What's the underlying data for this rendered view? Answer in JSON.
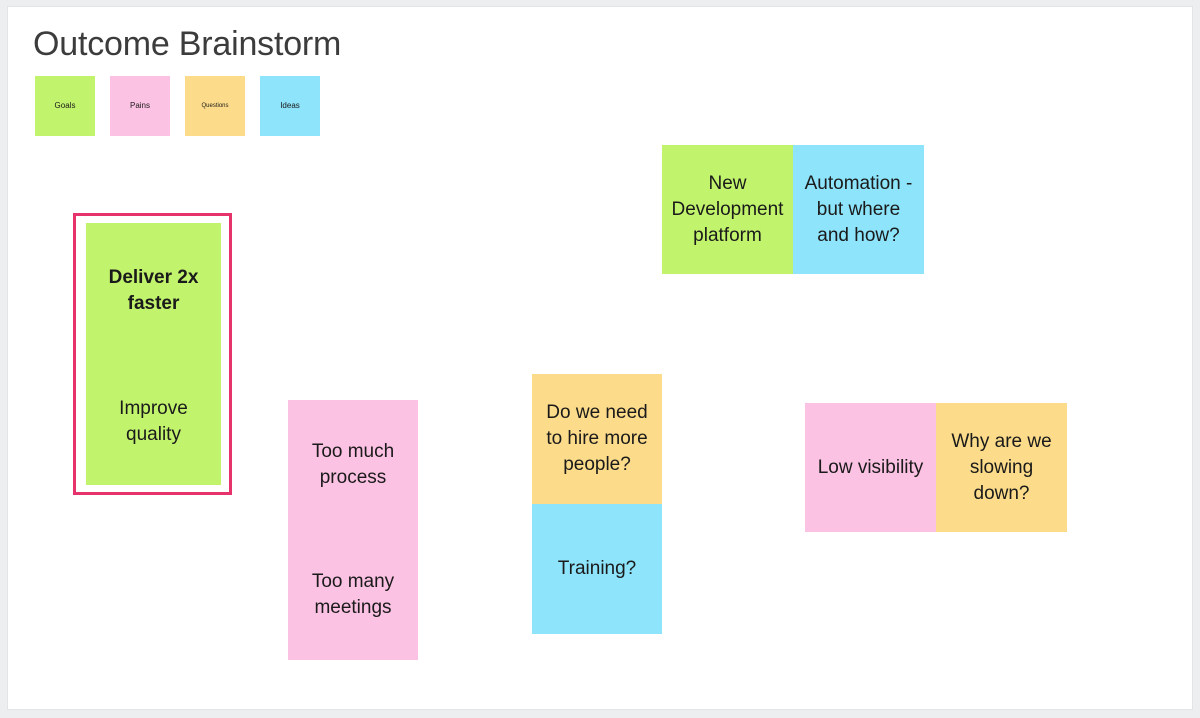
{
  "board": {
    "title": "Outcome Brainstorm",
    "background_color": "#edeef0",
    "canvas_color": "#ffffff"
  },
  "colors": {
    "goals_green": "#c2f36d",
    "pains_pink": "#fcc2e3",
    "questions_yellow": "#fcdb8a",
    "ideas_blue": "#8de4fb",
    "selection_border": "#e7336b",
    "title_text": "#3c3c3c",
    "sticky_text": "#1a1a1a"
  },
  "legend": {
    "items": [
      {
        "label": "Goals",
        "color_key": "goals_green",
        "small": false
      },
      {
        "label": "Pains",
        "color_key": "pains_pink",
        "small": false
      },
      {
        "label": "Questions",
        "color_key": "questions_yellow",
        "small": true
      },
      {
        "label": "Ideas",
        "color_key": "ideas_blue",
        "small": false
      }
    ]
  },
  "clusters": [
    {
      "name": "goals-cluster",
      "selected": true,
      "orientation": "vertical",
      "notes": [
        {
          "text": "Deliver 2x faster",
          "color_key": "goals_green",
          "bold": true,
          "width": 135,
          "height": 135
        },
        {
          "text": "Improve quality",
          "color_key": "goals_green",
          "bold": false,
          "width": 135,
          "height": 127
        }
      ]
    },
    {
      "name": "platform-cluster",
      "selected": false,
      "orientation": "horizontal",
      "notes": [
        {
          "text": "New Development platform",
          "color_key": "goals_green",
          "bold": false,
          "width": 131,
          "height": 129
        },
        {
          "text": "Automation - but where and how?",
          "color_key": "ideas_blue",
          "bold": false,
          "width": 131,
          "height": 129
        }
      ]
    },
    {
      "name": "process-cluster",
      "selected": false,
      "orientation": "vertical",
      "notes": [
        {
          "text": "Too much process",
          "color_key": "pains_pink",
          "bold": false,
          "width": 130,
          "height": 130
        },
        {
          "text": "Too many meetings",
          "color_key": "pains_pink",
          "bold": false,
          "width": 130,
          "height": 130
        }
      ]
    },
    {
      "name": "hiring-cluster",
      "selected": false,
      "orientation": "vertical",
      "notes": [
        {
          "text": "Do we need to hire more people?",
          "color_key": "questions_yellow",
          "bold": false,
          "width": 130,
          "height": 130
        },
        {
          "text": "Training?",
          "color_key": "ideas_blue",
          "bold": false,
          "width": 130,
          "height": 130
        }
      ]
    },
    {
      "name": "visibility-cluster",
      "selected": false,
      "orientation": "horizontal",
      "notes": [
        {
          "text": "Low visibility",
          "color_key": "pains_pink",
          "bold": false,
          "width": 131,
          "height": 129
        },
        {
          "text": "Why are we slowing down?",
          "color_key": "questions_yellow",
          "bold": false,
          "width": 131,
          "height": 129
        }
      ]
    }
  ]
}
